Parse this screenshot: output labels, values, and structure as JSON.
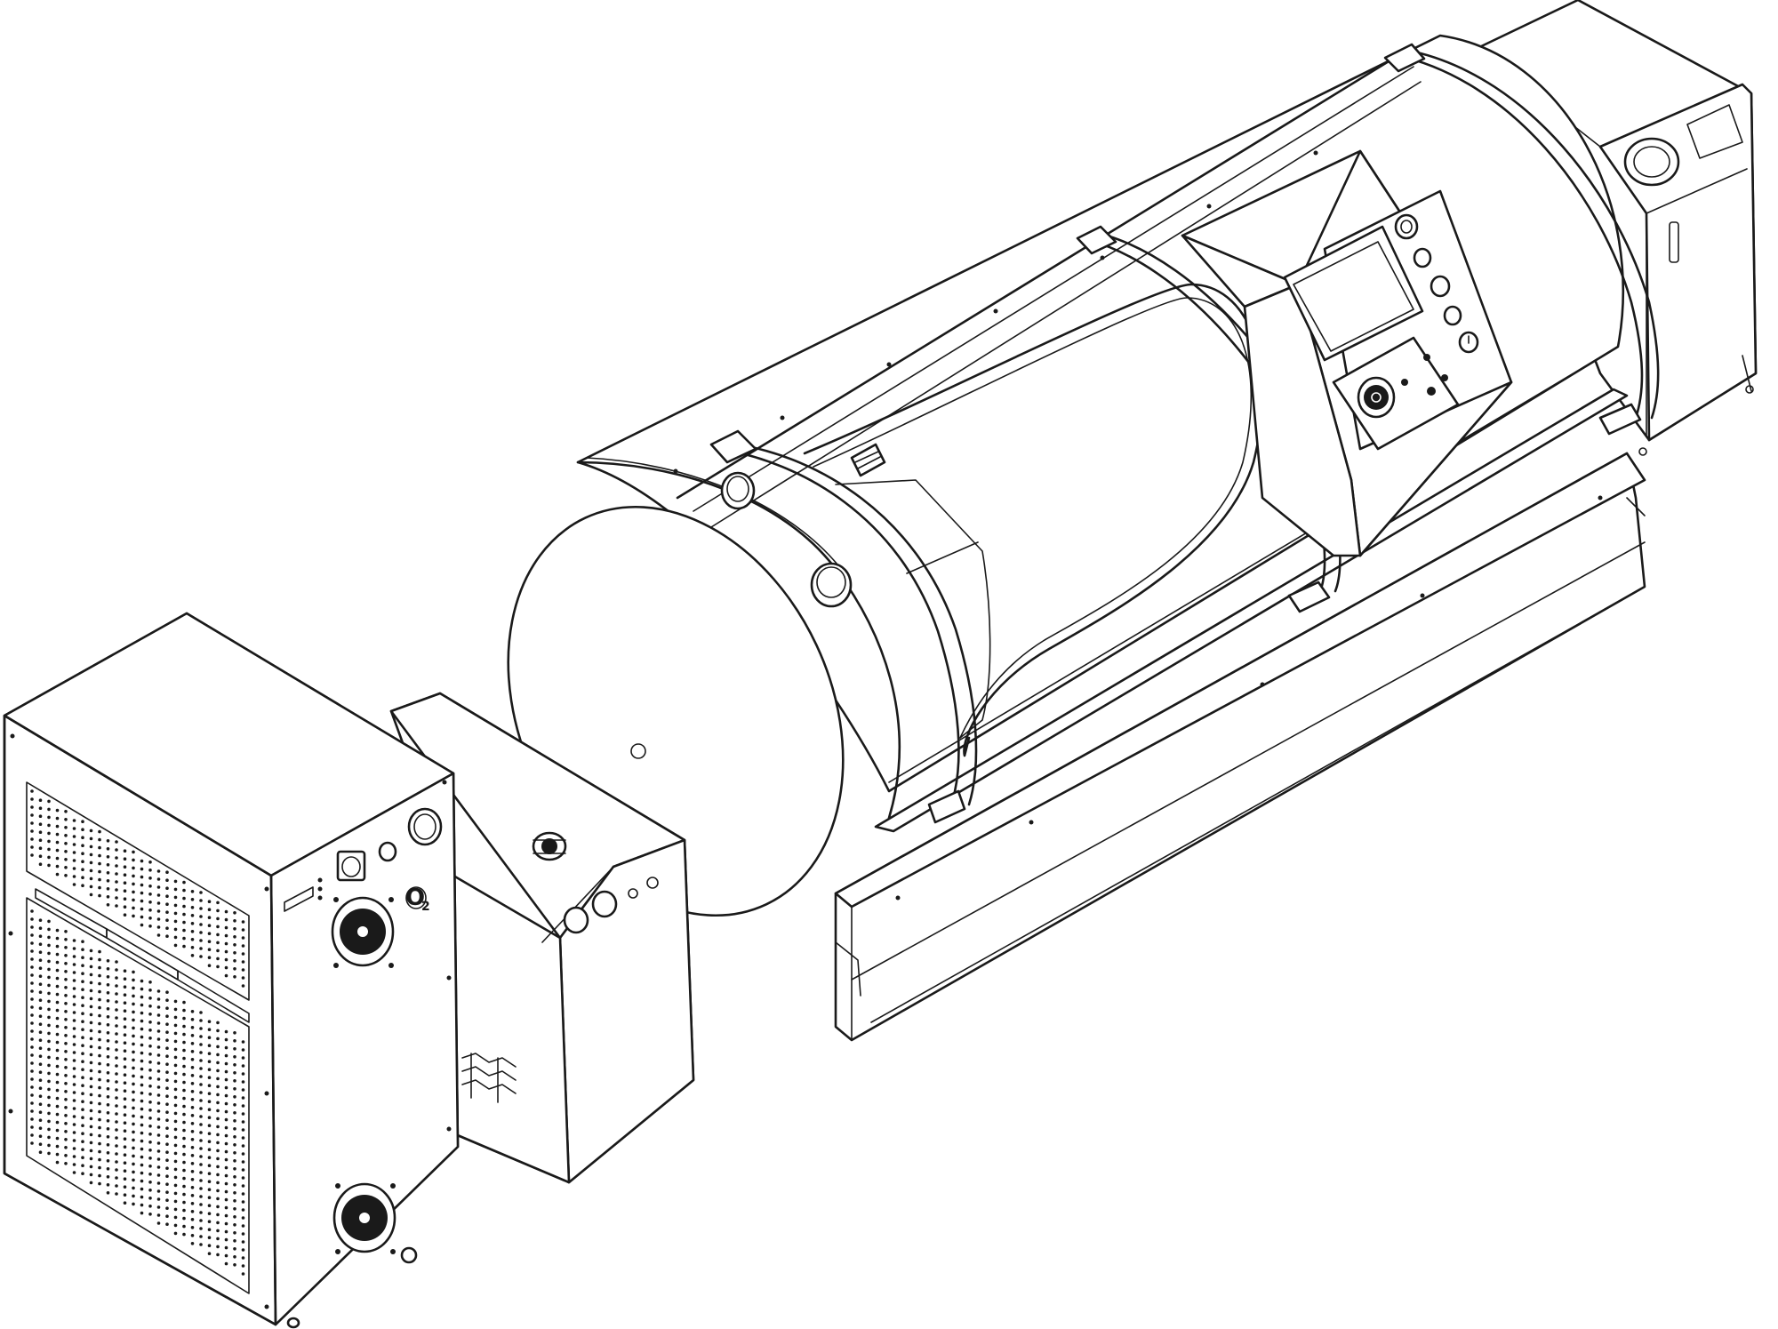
{
  "drawing": {
    "style": "black line art on white background",
    "stroke_color": "#1a1a1a",
    "background_color": "#ffffff"
  },
  "oxygen_unit": {
    "symbol": "O",
    "symbol_subscript": "2"
  }
}
